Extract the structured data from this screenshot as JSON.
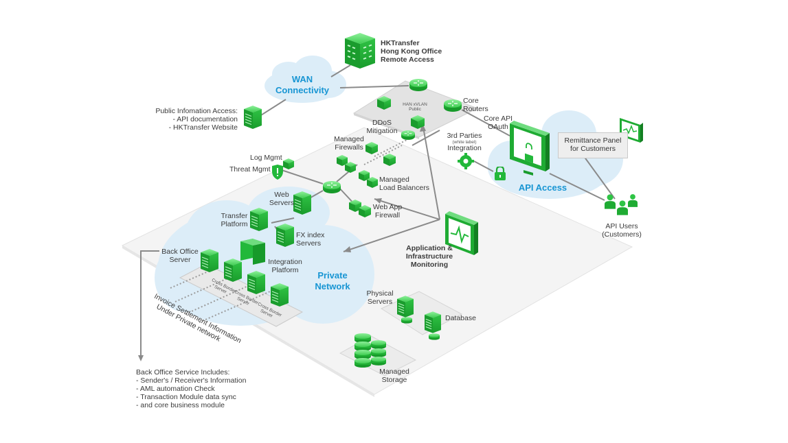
{
  "labels": {
    "hk_office": [
      "HKTransfer",
      "Hong Kong Office",
      "Remote Access"
    ],
    "wan": [
      "WAN",
      "Connectivity"
    ],
    "public_info": [
      "Public Infomation Access:",
      "- API documentation",
      "- HKTransfer Website"
    ],
    "han_vlan": [
      "HAN xVLAN",
      "Public"
    ],
    "core_routers": [
      "Core",
      "Routers"
    ],
    "core_api": [
      "Core API",
      "OAuth"
    ],
    "ddos": [
      "DDoS",
      "Mitigation"
    ],
    "managed_firewalls": [
      "Managed",
      "Firewalls"
    ],
    "third_parties": "3rd Parties",
    "white_label": "(white label)",
    "integration": "Integration",
    "remittance_panel": [
      "Remittance Panel",
      "for Customers"
    ],
    "api_access": "API Access",
    "log_mgmt": "Log Mgmt",
    "threat_mgmt": "Threat Mgmt",
    "managed_lb": [
      "Managed",
      "Load Balancers"
    ],
    "web_servers": [
      "Web",
      "Servers"
    ],
    "transfer_platform": [
      "Transfer",
      "Platform"
    ],
    "fx_index": [
      "FX index",
      "Servers"
    ],
    "web_app_firewall": [
      "Web App",
      "Firewall"
    ],
    "api_users": [
      "API Users",
      "(Customers)"
    ],
    "app_monitoring": [
      "Application &",
      "Infrastructure",
      "Monitoring"
    ],
    "back_office_server": [
      "Back Office",
      "Server"
    ],
    "integration_platform": [
      "Integration",
      "Platform"
    ],
    "private_network": [
      "Private",
      "Network"
    ],
    "cross_border": [
      "Cross Border",
      "Server"
    ],
    "invoice_settlement": [
      "Invoice Settlement Information",
      "Under Private network"
    ],
    "physical_servers": [
      "Physical",
      "Servers"
    ],
    "database": "Database",
    "managed_storage": [
      "Managed",
      "Storage"
    ],
    "back_office_service": [
      "Back Office Service Includes:",
      "- Sender's / Receiver's Information",
      "- AML automation Check",
      "- Transaction Module data sync",
      "- and core business module"
    ]
  },
  "colors": {
    "green": "#22b83a",
    "green_dark": "#138a26",
    "green_light": "#6fdc7f",
    "cloud": "#dceef9",
    "platform": "#f3f3f3",
    "accent_blue": "#1795d3",
    "line": "#8a8a8a"
  }
}
